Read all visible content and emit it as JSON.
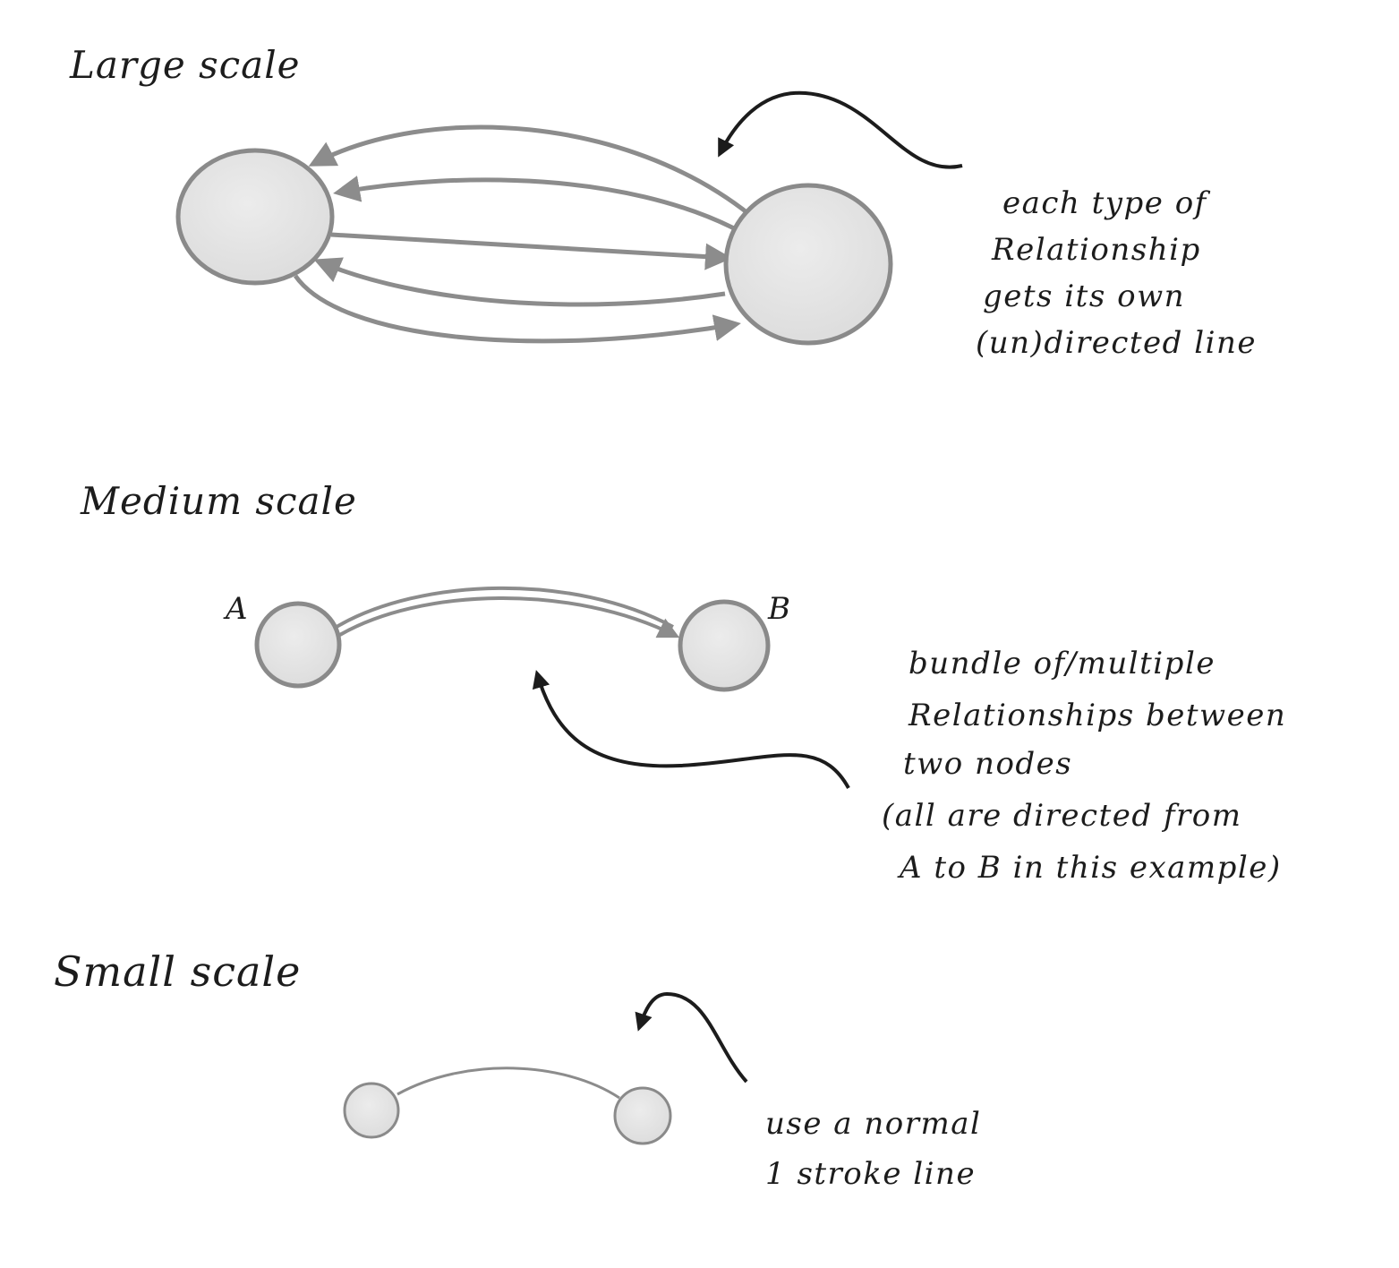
{
  "sections": {
    "large": {
      "heading": "Large scale",
      "note": [
        "each type of",
        "Relationship",
        "gets its own",
        "(un)directed line"
      ]
    },
    "medium": {
      "heading": "Medium scale",
      "node_a": "A",
      "node_b": "B",
      "note": [
        "bundle of/multiple",
        "Relationships between",
        "two nodes",
        "(all are directed from",
        "A to B in this example)"
      ]
    },
    "small": {
      "heading": "Small scale",
      "note": [
        "use a normal",
        "1 stroke line"
      ]
    }
  },
  "colors": {
    "ink": "#1c1c1c",
    "node_fill": "#e3e3e3",
    "node_stroke": "#8a8a8a",
    "edge": "#8c8c8c"
  }
}
